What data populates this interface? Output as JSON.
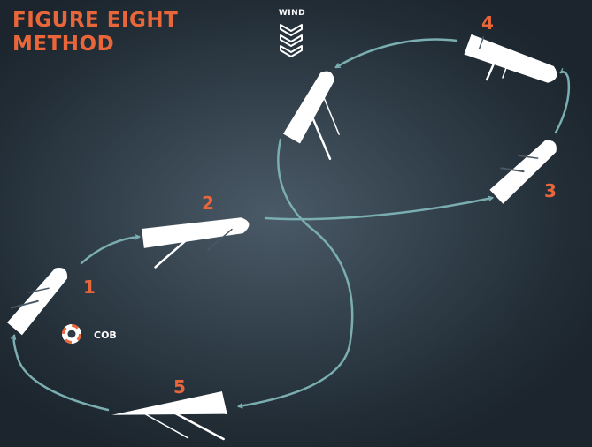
{
  "title": {
    "line1": "FIGURE EIGHT",
    "line2": "METHOD"
  },
  "wind": {
    "label": "WIND"
  },
  "positions": [
    "1",
    "2",
    "3",
    "4",
    "5"
  ],
  "cob": {
    "label": "COB"
  },
  "colors": {
    "title": "#e8663a",
    "numbers": "#e8663a",
    "path": "#7aaeb0",
    "boat": "#ffffff",
    "background": "#2a3640"
  }
}
